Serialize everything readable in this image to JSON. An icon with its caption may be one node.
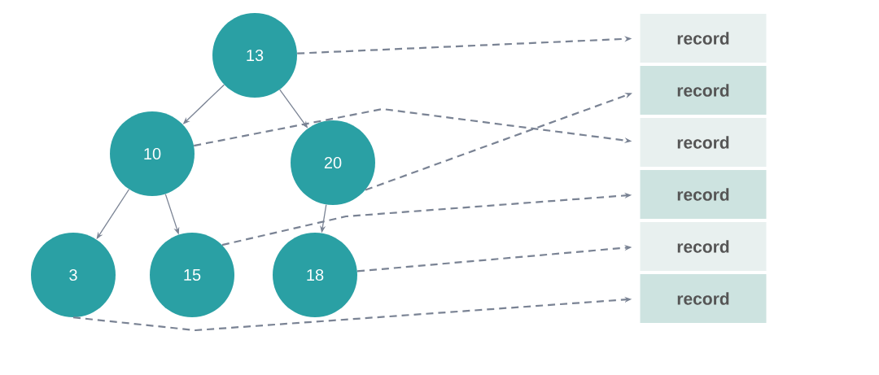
{
  "diagram": {
    "nodes": [
      {
        "text": [
          "13"
        ]
      },
      {
        "text": [
          "10"
        ]
      },
      {
        "text": [
          "20"
        ]
      },
      {
        "text": [
          "3"
        ]
      },
      {
        "text": [
          "15"
        ]
      },
      {
        "text": [
          "18"
        ]
      },
      {
        "text": [
          "record"
        ]
      },
      {
        "text": [
          "record"
        ]
      },
      {
        "text": [
          "record"
        ]
      },
      {
        "text": [
          "record"
        ]
      },
      {
        "text": [
          "record"
        ]
      },
      {
        "text": [
          "record"
        ]
      }
    ],
    "edges": [
      {
        "from": 0,
        "to": 1,
        "arrow": "to"
      },
      {
        "from": 0,
        "to": 2,
        "arrow": "to"
      },
      {
        "from": 1,
        "to": 3,
        "arrow": "to"
      },
      {
        "from": 1,
        "to": 4,
        "arrow": "to"
      },
      {
        "from": 2,
        "to": 5,
        "arrow": "to"
      },
      {
        "from": 0,
        "to": 6,
        "arrow": "to",
        "style": "dashed"
      },
      {
        "from": 2,
        "to": 7,
        "arrow": "to",
        "style": "dashed"
      },
      {
        "from": 1,
        "to": 8,
        "arrow": "to",
        "style": "dashed"
      },
      {
        "from": 4,
        "to": 9,
        "arrow": "to",
        "style": "dashed"
      },
      {
        "from": 5,
        "to": 10,
        "arrow": "to",
        "style": "dashed"
      },
      {
        "from": 3,
        "to": 11,
        "arrow": "to",
        "style": "dashed"
      }
    ]
  }
}
